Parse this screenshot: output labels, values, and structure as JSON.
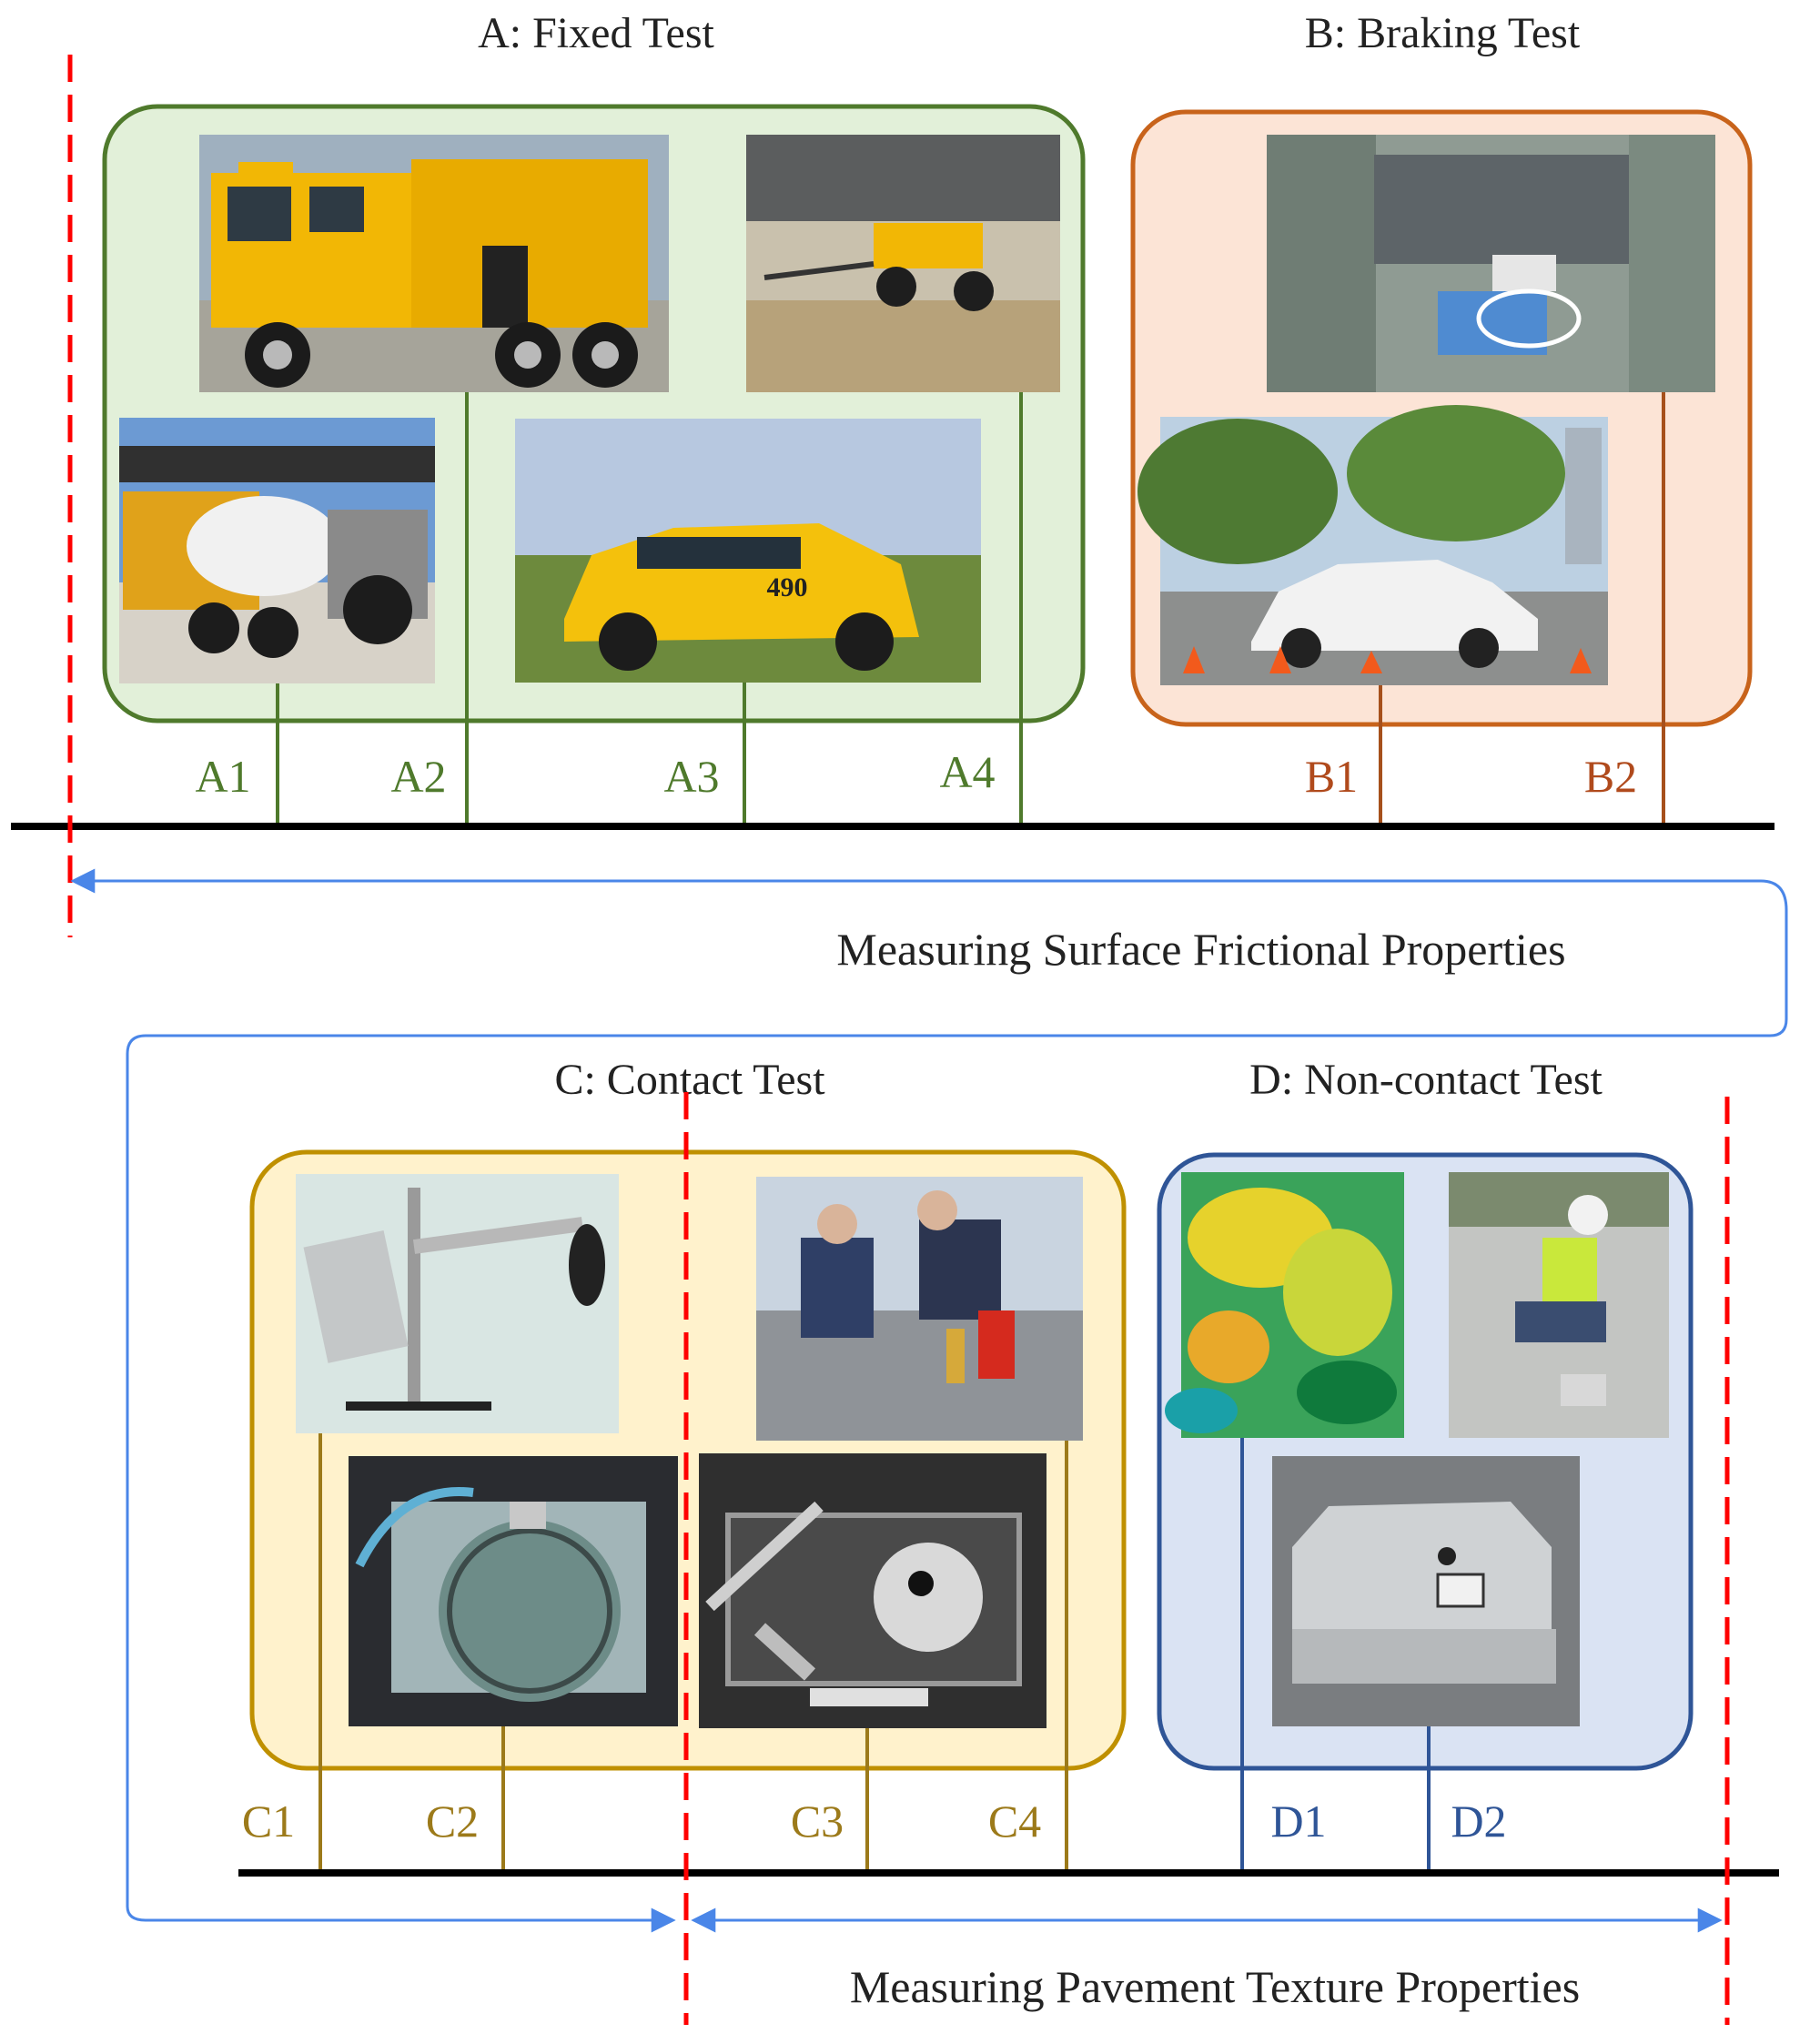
{
  "sections": {
    "fixed": {
      "title": "A: Fixed Test",
      "color": "#4f7a2c",
      "fill": "#e2f0d9"
    },
    "braking": {
      "title": "B: Braking Test",
      "color": "#c8631b",
      "fill": "#fce4d6"
    },
    "contact": {
      "title": "C: Contact Test",
      "color": "#bf9000",
      "fill": "#fff2cc"
    },
    "noncontact": {
      "title": "D: Non-contact Test",
      "color": "#2f5597",
      "fill": "#dae3f3"
    }
  },
  "labels": {
    "A1": "A1",
    "A2": "A2",
    "A3": "A3",
    "A4": "A4",
    "B1": "B1",
    "B2": "B2",
    "C1": "C1",
    "C2": "C2",
    "C3": "C3",
    "C4": "C4",
    "D1": "D1",
    "D2": "D2"
  },
  "annotations": {
    "friction": "Measuring Surface Frictional Properties",
    "texture": "Measuring Pavement Texture Properties"
  },
  "colors": {
    "baseline": "#000000",
    "boundary": "#ff0000",
    "arrow": "#4a86e8"
  }
}
